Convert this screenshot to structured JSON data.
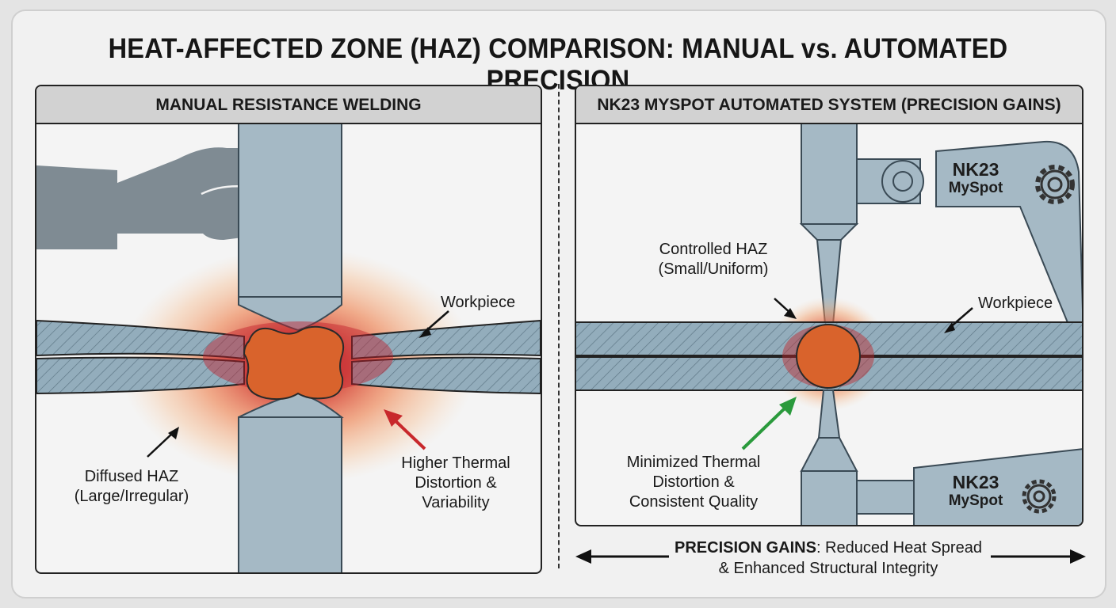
{
  "title": "HEAT-AFFECTED ZONE (HAZ) COMPARISON: MANUAL vs. AUTOMATED PRECISION",
  "manual": {
    "header": "MANUAL RESISTANCE WELDING",
    "workpiece_label": "Workpiece",
    "haz_label_line1": "Diffused HAZ",
    "haz_label_line2": "(Large/Irregular)",
    "distortion_line1": "Higher Thermal",
    "distortion_line2": "Distortion &",
    "distortion_line3": "Variability"
  },
  "automated": {
    "header": "NK23 MYSPOT AUTOMATED SYSTEM (PRECISION GAINS)",
    "haz_label_line1": "Controlled HAZ",
    "haz_label_line2": "(Small/Uniform)",
    "workpiece_label": "Workpiece",
    "distortion_line1": "Minimized Thermal",
    "distortion_line2": "Distortion &",
    "distortion_line3": "Consistent Quality",
    "brand_top_line1": "NK23",
    "brand_top_line2": "MySpot",
    "brand_bottom_line1": "NK23",
    "brand_bottom_line2": "MySpot"
  },
  "footer": {
    "gains_bold": "PRECISION GAINS",
    "gains_rest": ": Reduced Heat Spread",
    "gains_line2": "& Enhanced Structural Integrity"
  },
  "colors": {
    "haz_core": "#c0252b",
    "haz_outer": "#f2a46a",
    "nugget": "#d9632c",
    "electrode": "#a5b9c5",
    "workpiece": "#8ea9b9",
    "hand": "#7f8b93",
    "red_arrow": "#c8282c",
    "green_arrow": "#2a9a3c"
  },
  "icons": [
    "gear-icon",
    "hand-icon",
    "double-arrow-icon"
  ]
}
